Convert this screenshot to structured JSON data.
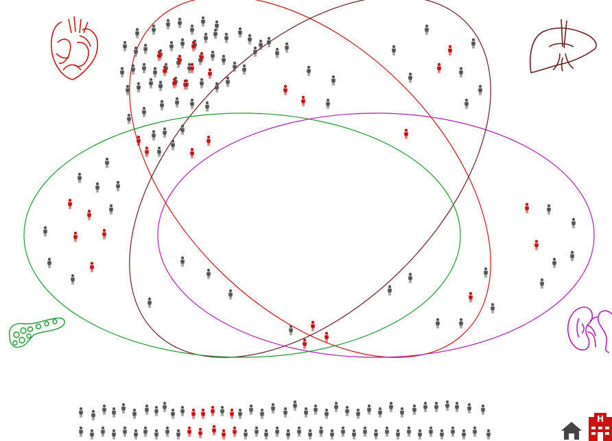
{
  "colors": {
    "heart": "#cc1111",
    "liver": "#6b1a1a",
    "pancreas": "#1a9a2a",
    "kidney": "#b31bb3",
    "person_gray": "#555555",
    "person_red": "#cc1111",
    "hospital": "#cc1111",
    "home": "#444444"
  },
  "sets": [
    {
      "organ": "heart",
      "icon": "heart-icon",
      "color": "#cc1111"
    },
    {
      "organ": "liver",
      "icon": "liver-icon",
      "color": "#6b1a1a"
    },
    {
      "organ": "pancreas",
      "icon": "pancreas-icon",
      "color": "#1a9a2a"
    },
    {
      "organ": "kidney",
      "icon": "kidney-icon",
      "color": "#b31bb3"
    }
  ],
  "controls": {
    "home_icon": "home-icon",
    "hospital_icon": "hospital-icon"
  }
}
